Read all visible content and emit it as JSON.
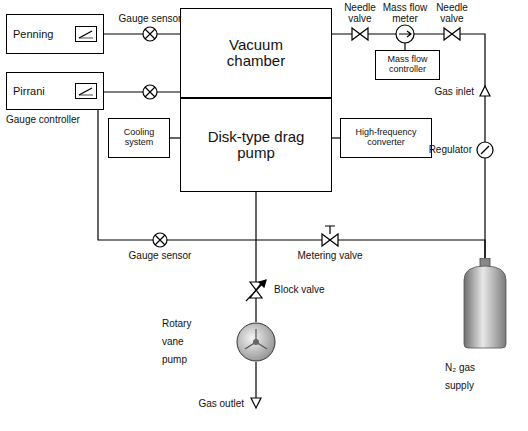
{
  "diagram": {
    "nodes": [
      {
        "text": [
          "Penning"
        ]
      },
      {
        "text": [
          "Pirrani"
        ]
      },
      {
        "text": [
          "Vacuum chamber"
        ]
      },
      {
        "text": [
          "Disk-type drag pump"
        ]
      },
      {
        "text": [
          "Cooling system"
        ]
      },
      {
        "text": [
          "High-frequency converter"
        ]
      },
      {
        "text": [
          "Mass flow controller"
        ]
      },
      {
        "text": [
          "Rotary vane pump"
        ]
      },
      {
        "text": [
          "N₂ gas supply"
        ]
      }
    ],
    "edges": [
      {
        "from": 0,
        "to": 2,
        "arrow": "none"
      },
      {
        "from": 1,
        "to": 2,
        "arrow": "none"
      },
      {
        "from": 4,
        "to": 3,
        "arrow": "none"
      },
      {
        "from": 5,
        "to": 3,
        "arrow": "none"
      },
      {
        "from": 8,
        "to": 2,
        "arrow": "none"
      },
      {
        "from": 3,
        "to": 7,
        "arrow": "none"
      },
      {
        "from": 1,
        "to": 8,
        "arrow": "none"
      }
    ],
    "labels": [
      "Gauge sensor",
      "Gauge controller",
      "Needle valve",
      "Mass flow meter",
      "Needle valve",
      "Gas inlet",
      "Regulator",
      "Gauge sensor",
      "Metering valve",
      "Block valve",
      "Gas outlet"
    ]
  }
}
